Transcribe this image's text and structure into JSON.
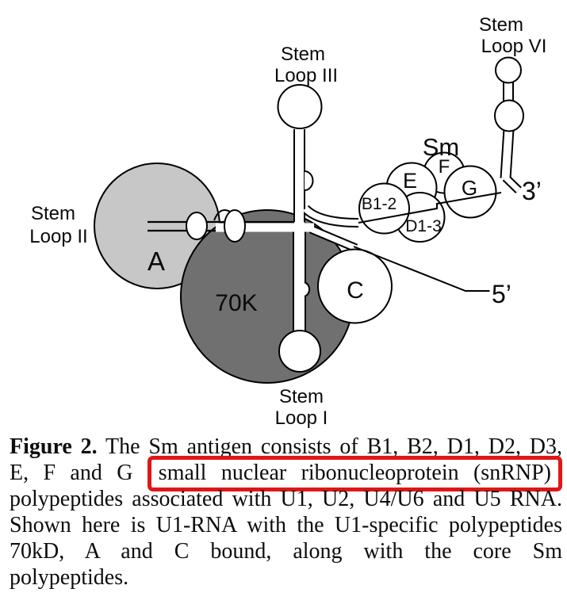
{
  "diagram": {
    "labels": {
      "stem_iii_l1": "Stem",
      "stem_iii_l2": "Loop III",
      "stem_vi_l1": "Stem",
      "stem_vi_l2": "Loop VI",
      "stem_ii_l1": "Stem",
      "stem_ii_l2": "Loop II",
      "stem_i_l1": "Stem",
      "stem_i_l2": "Loop I",
      "sm_complex": "Sm",
      "protein_a": "A",
      "protein_70k": "70K",
      "protein_c": "C",
      "sm_b12": "B1-2",
      "sm_d13": "D1-3",
      "sm_e": "E",
      "sm_f": "F",
      "sm_g": "G",
      "three_prime": "3’",
      "five_prime": "5’"
    },
    "colors": {
      "protein_a_fill": "#c7c7c7",
      "protein_70k_fill": "#707070",
      "rna_fill": "#ffffff",
      "outline": "#000000"
    }
  },
  "caption": {
    "heading": "Figure 2.",
    "line1_rest": "The Sm antigen consists of B1, B2, D1, D2, D3,",
    "line2_prefix": "E, F and G",
    "highlighted_phrase": "small nuclear ribonucleoprotein (snRNP)",
    "line3": "polypeptides associated with U1, U2, U4/U6 and U5 RNA.",
    "line4": "Shown here is U1-RNA with the U1-specific polypeptides",
    "line5": "70kD, A and C bound, along with the core Sm",
    "line6": "polypeptides.",
    "highlight_color": "#e01717"
  }
}
